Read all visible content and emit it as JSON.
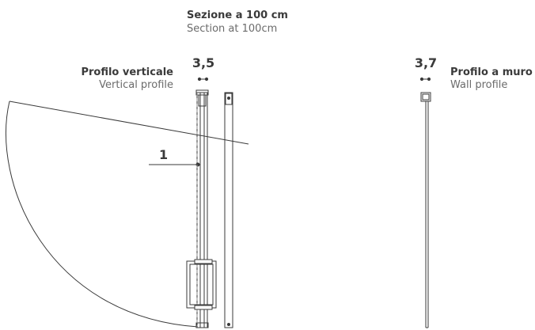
{
  "section": {
    "title_it": "Sezione a 100 cm",
    "title_en": "Section at 100cm"
  },
  "vertical_profile": {
    "label_it": "Profilo verticale",
    "label_en": "Vertical profile",
    "dimension": "3,5"
  },
  "wall_profile": {
    "label_it": "Profilo a muro",
    "label_en": "Wall profile",
    "dimension": "3,7"
  },
  "callout": {
    "number": "1"
  },
  "colors": {
    "line": "#3a3a3a",
    "muted": "#6b6b6b",
    "dash": "#8a8a8a"
  }
}
